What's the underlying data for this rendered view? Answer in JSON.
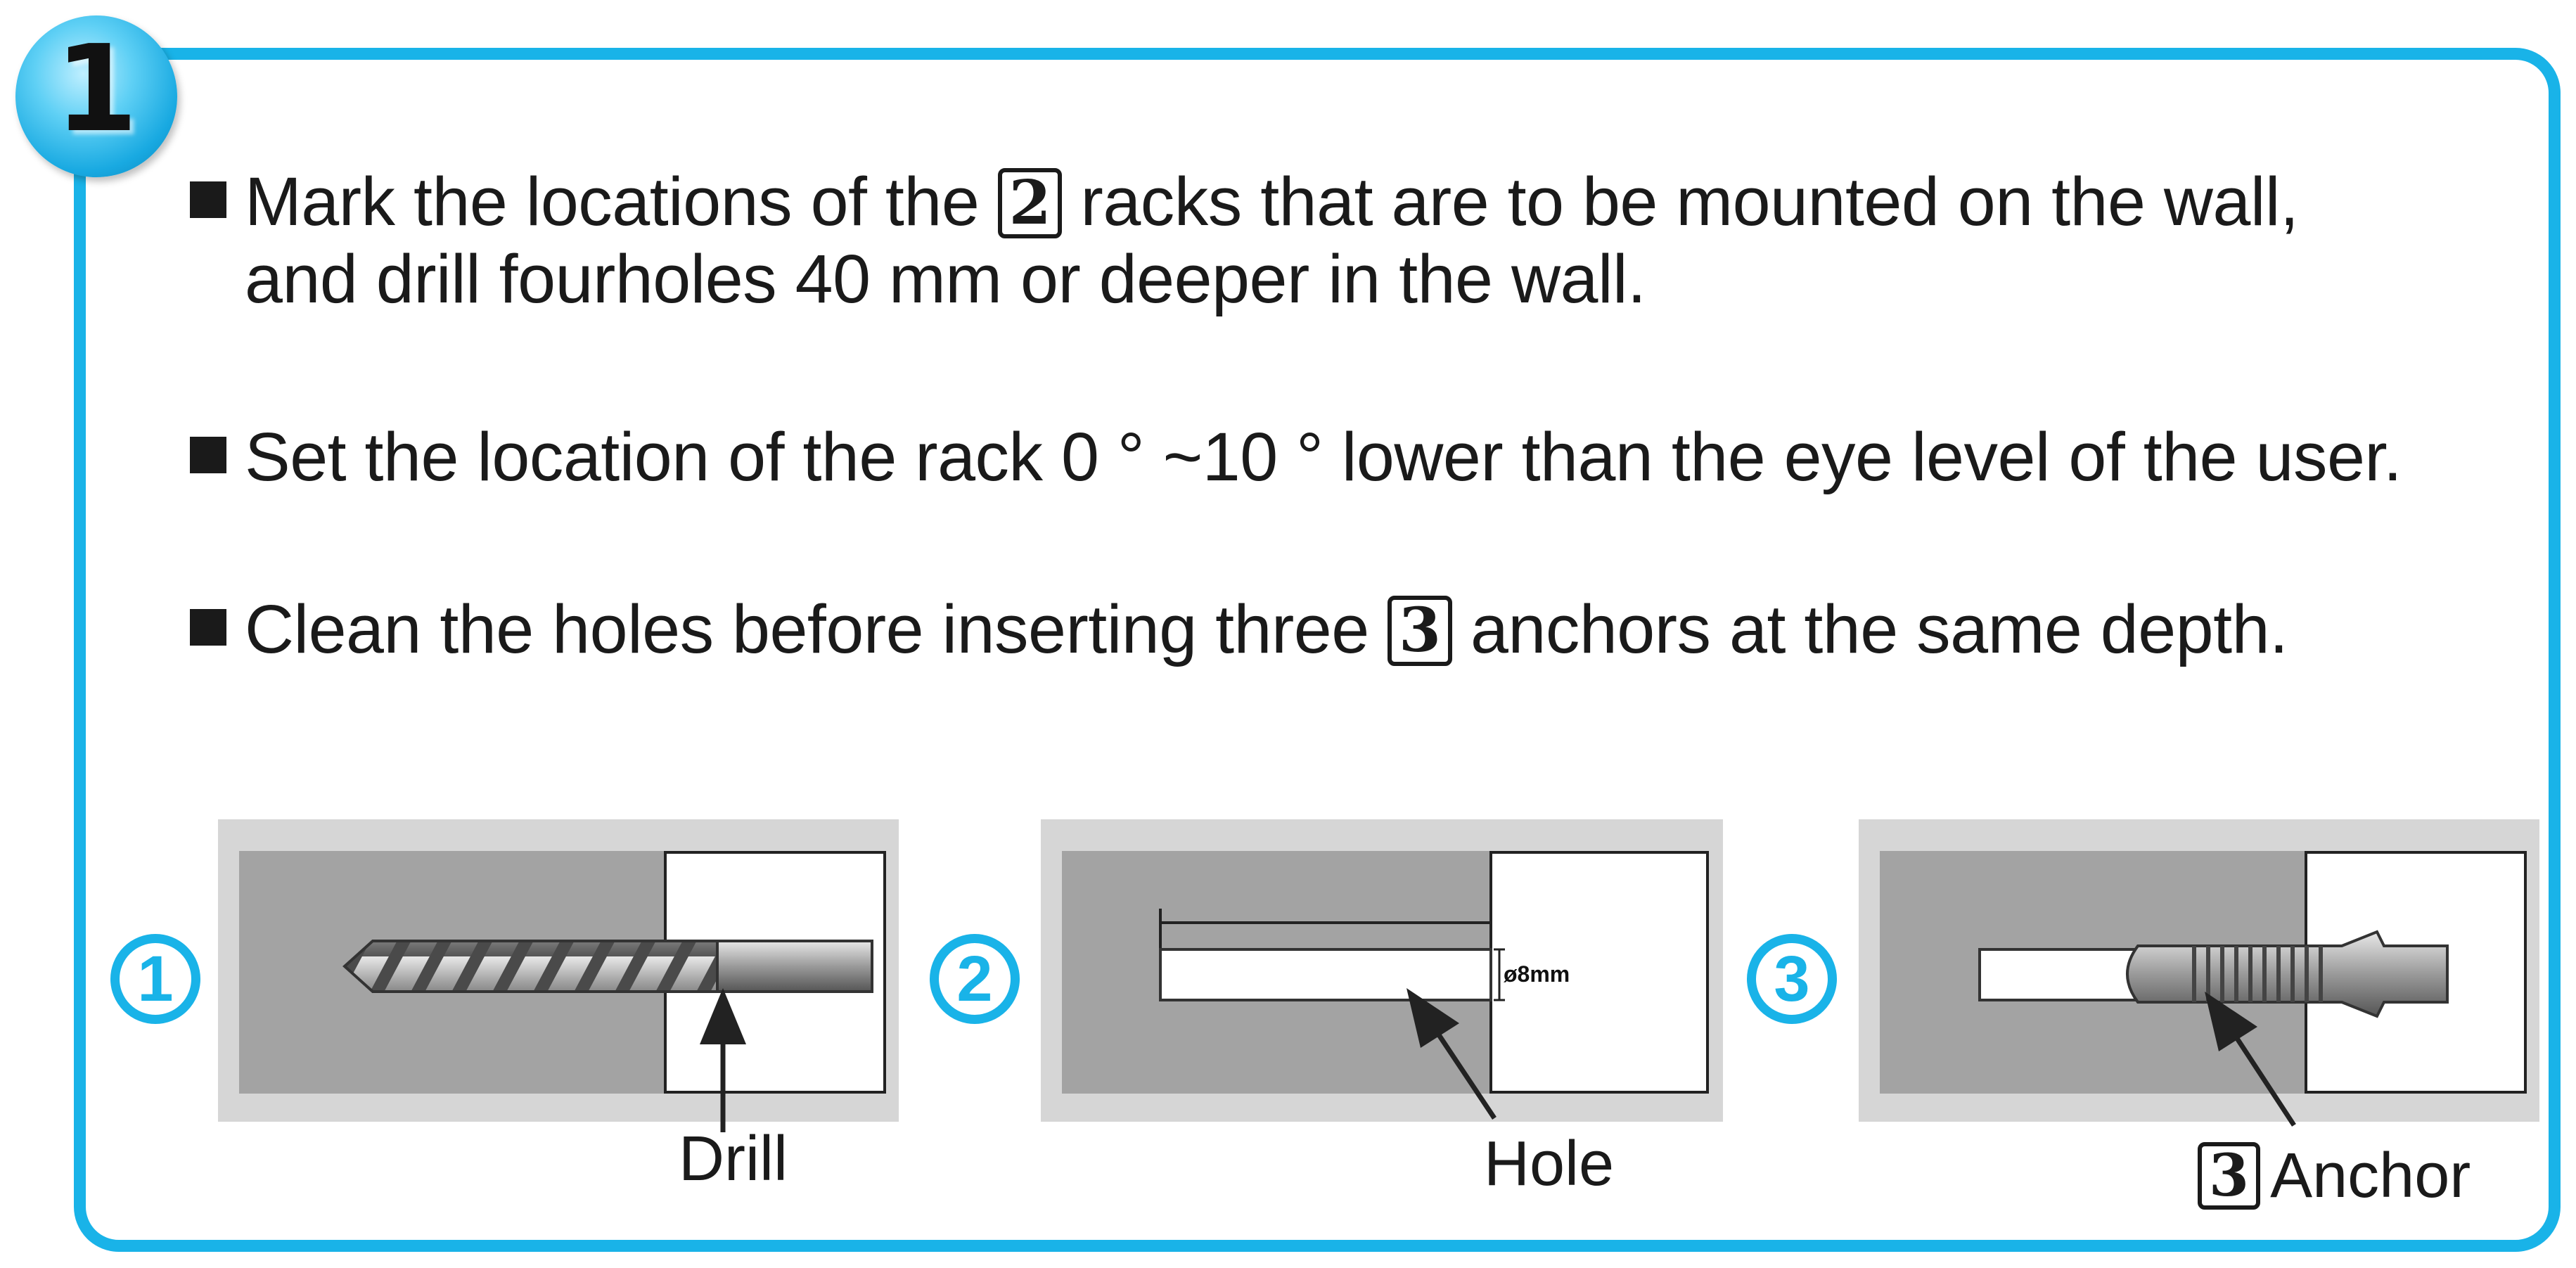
{
  "step_number": "1",
  "instructions": [
    {
      "pre": "Mark the locations of the",
      "box_number": "2",
      "post": "racks that are to be mounted on the wall,",
      "line2": "and drill fourholes  40 mm  or deeper in the wall."
    },
    {
      "text": "Set the location of the rack 0 ° ~10 ° lower than the eye level of the user."
    },
    {
      "pre": "Clean the holes before inserting three",
      "box_number": "3",
      "post": "anchors at the same depth."
    }
  ],
  "figures": [
    {
      "number": "1",
      "caption": "Drill"
    },
    {
      "number": "2",
      "caption": "Hole",
      "dimension_label": "ø8mm"
    },
    {
      "number": "3",
      "caption_box_number": "3",
      "caption": "Anchor"
    }
  ],
  "colors": {
    "accent": "#19b3e8",
    "wall": "#a3a3a3",
    "panel": "#d6d6d6"
  }
}
